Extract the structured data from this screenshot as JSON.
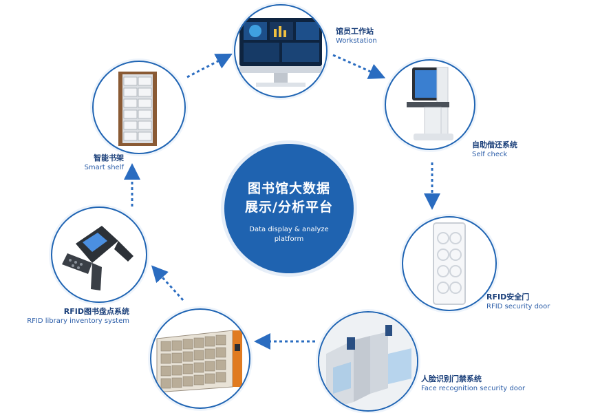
{
  "center": {
    "title_line1": "图书馆大数据",
    "title_line2": "展示/分析平台",
    "subtitle_line1": "Data display & analyze",
    "subtitle_line2": "platform"
  },
  "nodes": [
    {
      "zh": "馆员工作站",
      "en": "Workstation",
      "icon": "workstation-monitor-icon"
    },
    {
      "zh": "自助借还系统",
      "en": "Self check",
      "icon": "self-check-kiosk-icon"
    },
    {
      "zh": "RFID安全门",
      "en": "RFID security door",
      "icon": "rfid-security-gate-icon"
    },
    {
      "zh": "人脸识别门禁系统",
      "en": "Face recognition security door",
      "icon": "face-recognition-turnstile-icon"
    },
    {
      "zh": "",
      "en": "",
      "icon": "bookshelf-cabinet-icon"
    },
    {
      "zh": "RFID图书盘点系统",
      "en": "RFID library inventory system",
      "icon": "rfid-handheld-scanner-icon"
    },
    {
      "zh": "智能书架",
      "en": "Smart shelf",
      "icon": "smart-shelf-icon"
    }
  ],
  "colors": {
    "primary": "#1f63b0",
    "arrow": "#2a6cc0",
    "label_zh": "#1a3f7a",
    "label_en": "#2b5da8"
  }
}
